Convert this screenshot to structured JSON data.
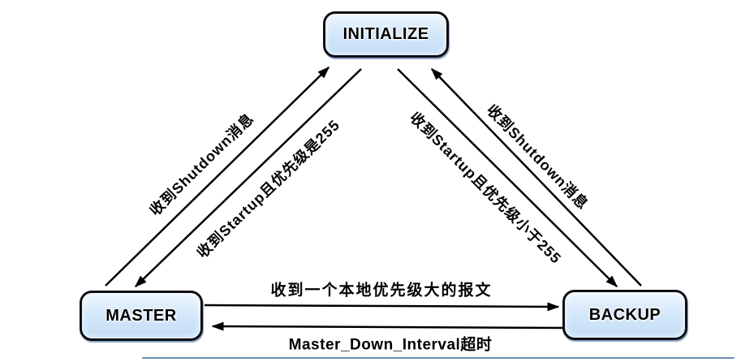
{
  "diagram": {
    "nodes": {
      "initialize": {
        "label": "INITIALIZE"
      },
      "master": {
        "label": "MASTER"
      },
      "backup": {
        "label": "BACKUP"
      }
    },
    "edges": {
      "master_to_initialize": {
        "from": "MASTER",
        "to": "INITIALIZE",
        "label": "收到Shutdown消息"
      },
      "initialize_to_master": {
        "from": "INITIALIZE",
        "to": "MASTER",
        "label": "收到Startup且优先级是255"
      },
      "initialize_to_backup": {
        "from": "INITIALIZE",
        "to": "BACKUP",
        "label": "收到Startup且优先级小于255"
      },
      "backup_to_initialize": {
        "from": "BACKUP",
        "to": "INITIALIZE",
        "label": "收到Shutdown消息"
      },
      "master_to_backup": {
        "from": "MASTER",
        "to": "BACKUP",
        "label": "收到一个本地优先级大的报文"
      },
      "backup_to_master": {
        "from": "BACKUP",
        "to": "MASTER",
        "label": "Master_Down_Interval超时"
      }
    },
    "colors": {
      "node_fill_top": "#eef6fe",
      "node_fill_bottom": "#c3ddf5",
      "node_border": "#0d0d12",
      "arrow": "#000000",
      "bottom_line": "#6b8db4"
    }
  }
}
